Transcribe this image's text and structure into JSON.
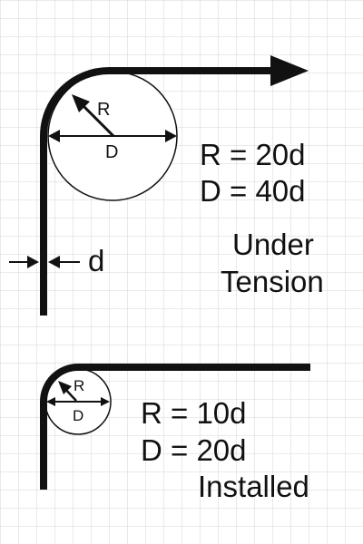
{
  "colors": {
    "background": "#ffffff",
    "grid": "#d6d6d6",
    "ink": "#111111"
  },
  "tension": {
    "radius_symbol": "R",
    "diameter_symbol": "D",
    "thickness_symbol": "d",
    "radius_formula": "R = 20d",
    "diameter_formula": "D = 40d",
    "caption_line1": "Under",
    "caption_line2": "Tension"
  },
  "installed": {
    "radius_symbol": "R",
    "diameter_symbol": "D",
    "radius_formula": "R = 10d",
    "diameter_formula": "D = 20d",
    "caption": "Installed"
  }
}
